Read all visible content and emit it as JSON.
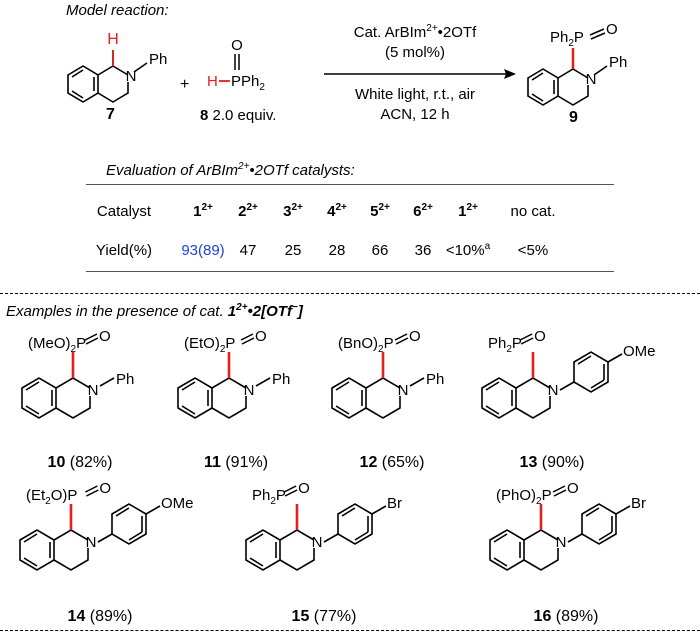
{
  "header": {
    "model_reaction": "Model reaction:",
    "reactant_label": "7",
    "phosphine_label": "8",
    "phosphine_equiv": "2.0 equiv.",
    "plus": "+",
    "product_label": "9",
    "atom_H": "H",
    "atom_N": "N",
    "atom_Ph": "Ph",
    "atom_O": "O",
    "atom_P": "P",
    "atom_PPh2": "PPh",
    "atom_Ph2P": "Ph",
    "sub_2": "2",
    "conditions": {
      "line1": "Cat. ArBIm",
      "line1_sup": "2+",
      "line1_tail": "•2OTf",
      "line2": "(5 mol%)",
      "line3": "White light, r.t., air",
      "line4": "ACN, 12 h"
    }
  },
  "evaluation": {
    "title_a": "Evaluation of ArBIm",
    "title_sup": "2+",
    "title_b": "•2OTf  catalysts:",
    "row_catalyst_label": "Catalyst",
    "row_yield_label": "Yield(%)",
    "catalysts": [
      {
        "num": "1",
        "sup": "2+",
        "yield": "93(89)",
        "highlight": true
      },
      {
        "num": "2",
        "sup": "2+",
        "yield": "47",
        "highlight": false
      },
      {
        "num": "3",
        "sup": "2+",
        "yield": "25",
        "highlight": false
      },
      {
        "num": "4",
        "sup": "2+",
        "yield": "28",
        "highlight": false
      },
      {
        "num": "5",
        "sup": "2+",
        "yield": "66",
        "highlight": false
      },
      {
        "num": "6",
        "sup": "2+",
        "yield": "36",
        "highlight": false
      },
      {
        "num": "1",
        "sup": "2+",
        "yield": "<10%",
        "yield_sup": "a",
        "highlight": false
      }
    ],
    "no_cat_label": "no cat.",
    "no_cat_yield": "<5%",
    "highlight_color": "#1f3fd9"
  },
  "examples": {
    "title_a": "Examples in the presence of cat. ",
    "title_num": "1",
    "title_sup": "2+",
    "title_b": "•2[OTf",
    "title_minus": "−",
    "title_c": "]",
    "items": [
      {
        "id": "10",
        "yield": "(82%)",
        "group": "(MeO)",
        "sub": "2",
        "tail": "P",
        "aryl": "Ph"
      },
      {
        "id": "11",
        "yield": "(91%)",
        "group": "(EtO)",
        "sub": "2",
        "tail": "P",
        "aryl": "Ph"
      },
      {
        "id": "12",
        "yield": "(65%)",
        "group": "(BnO)",
        "sub": "2",
        "tail": "P",
        "aryl": "Ph"
      },
      {
        "id": "13",
        "yield": "(90%)",
        "group": "Ph",
        "sub": "2",
        "tail": "P",
        "aryl": "OMe"
      },
      {
        "id": "14",
        "yield": "(89%)",
        "group": "(Et",
        "sub": "2",
        "tail": "O)P",
        "aryl": "OMe"
      },
      {
        "id": "15",
        "yield": "(77%)",
        "group": "Ph",
        "sub": "2",
        "tail": "P",
        "aryl": "Br"
      },
      {
        "id": "16",
        "yield": "(89%)",
        "group": "(PhO)",
        "sub": "2",
        "tail": "P",
        "aryl": "Br"
      }
    ]
  },
  "colors": {
    "bond": "#000000",
    "highlight_bond": "#e0201b",
    "highlight_H": "#e0201b"
  }
}
